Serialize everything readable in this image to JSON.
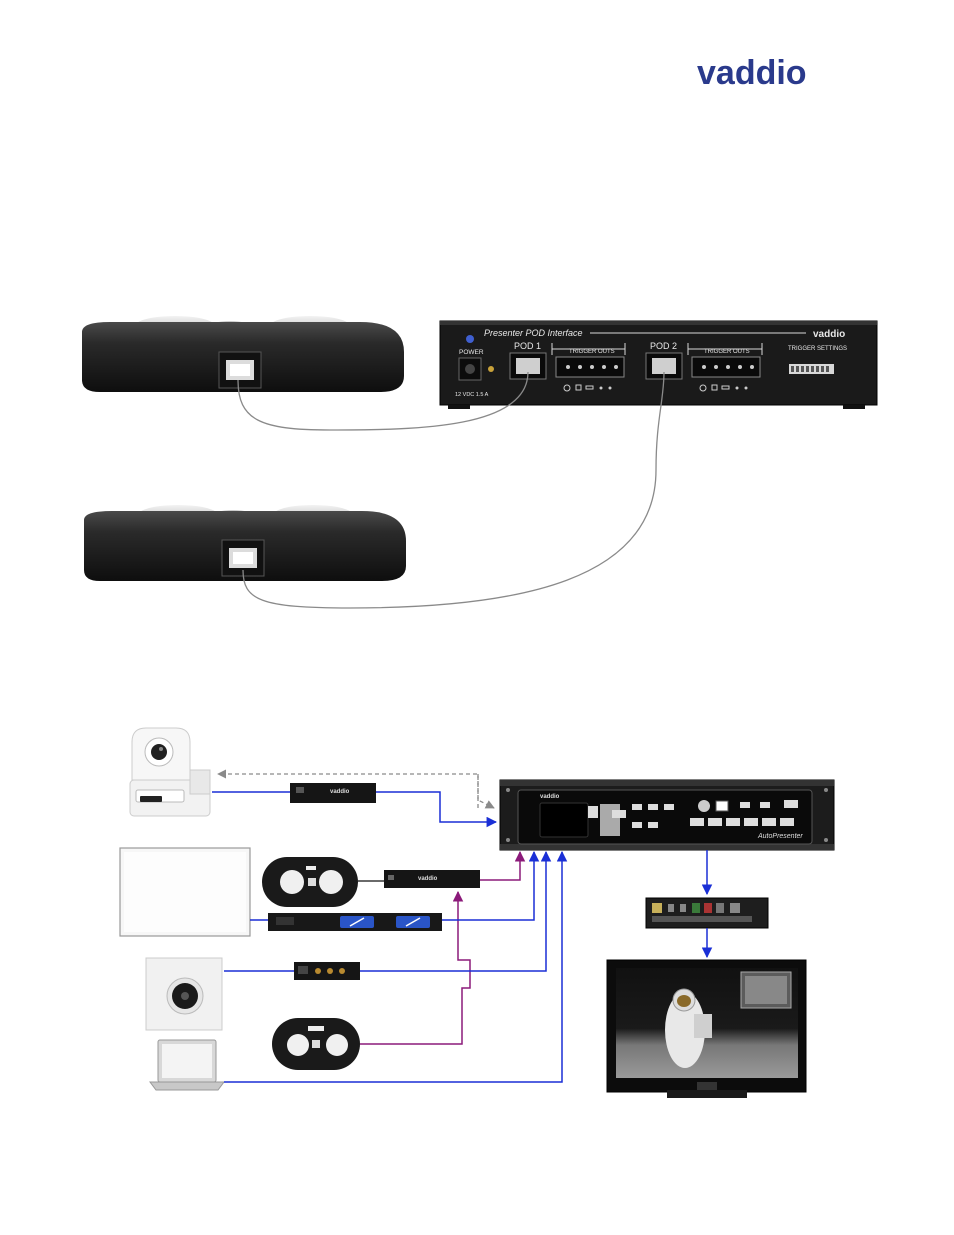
{
  "brand": {
    "logo_text": "vaddio",
    "color": "#2a3a8c"
  },
  "interface_box": {
    "title": "Presenter POD Interface",
    "brand_text": "vaddio",
    "power_label": "POWER",
    "power_spec": "12 VDC  1.5 A",
    "pod1_label": "POD 1",
    "pod2_label": "POD 2",
    "trigger_outs_1": "TRIGGER OUTS",
    "trigger_outs_2": "TRIGGER OUTS",
    "trigger_settings": "TRIGGER SETTINGS"
  },
  "system": {
    "switcher_brand": "vaddio",
    "switcher_name": "AutoPresenter",
    "inline_device_brand": "vaddio"
  },
  "colors": {
    "video_line": "#1a2fd6",
    "control_line": "#8b1a7a",
    "pod_cable": "#8a8a8a",
    "dashed_line": "#8a8a8a"
  }
}
